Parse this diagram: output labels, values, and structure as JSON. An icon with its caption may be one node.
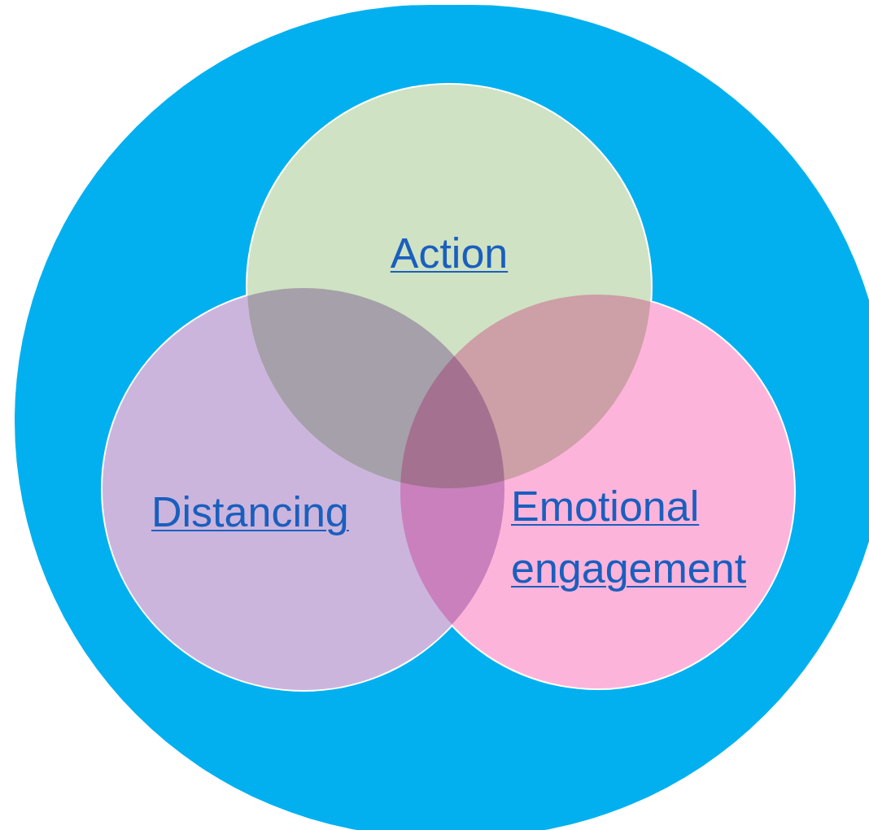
{
  "diagram": {
    "nodes": [
      {
        "text": [],
        "shape": "circle"
      },
      {
        "text": [
          "Action"
        ],
        "in": 0
      },
      {
        "text": [
          "Distancing"
        ],
        "in": 0
      },
      {
        "text": [
          "Emotional engagement"
        ],
        "in": 0
      }
    ]
  }
}
